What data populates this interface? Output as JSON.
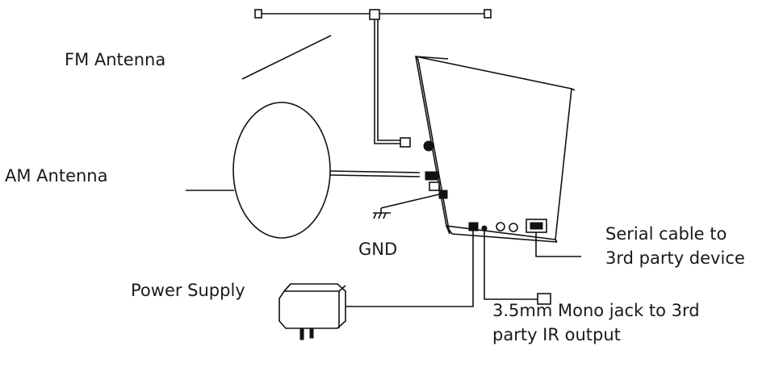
{
  "labels": {
    "fm_antenna": "FM Antenna",
    "am_antenna": "AM Antenna",
    "gnd": "GND",
    "power_supply": "Power Supply",
    "serial_line1": "Serial cable to",
    "serial_line2": "3rd party device",
    "mono_line1": "3.5mm Mono jack to 3rd",
    "mono_line2": "party IR output"
  },
  "colors": {
    "line": "#111111",
    "background": "#ffffff"
  }
}
